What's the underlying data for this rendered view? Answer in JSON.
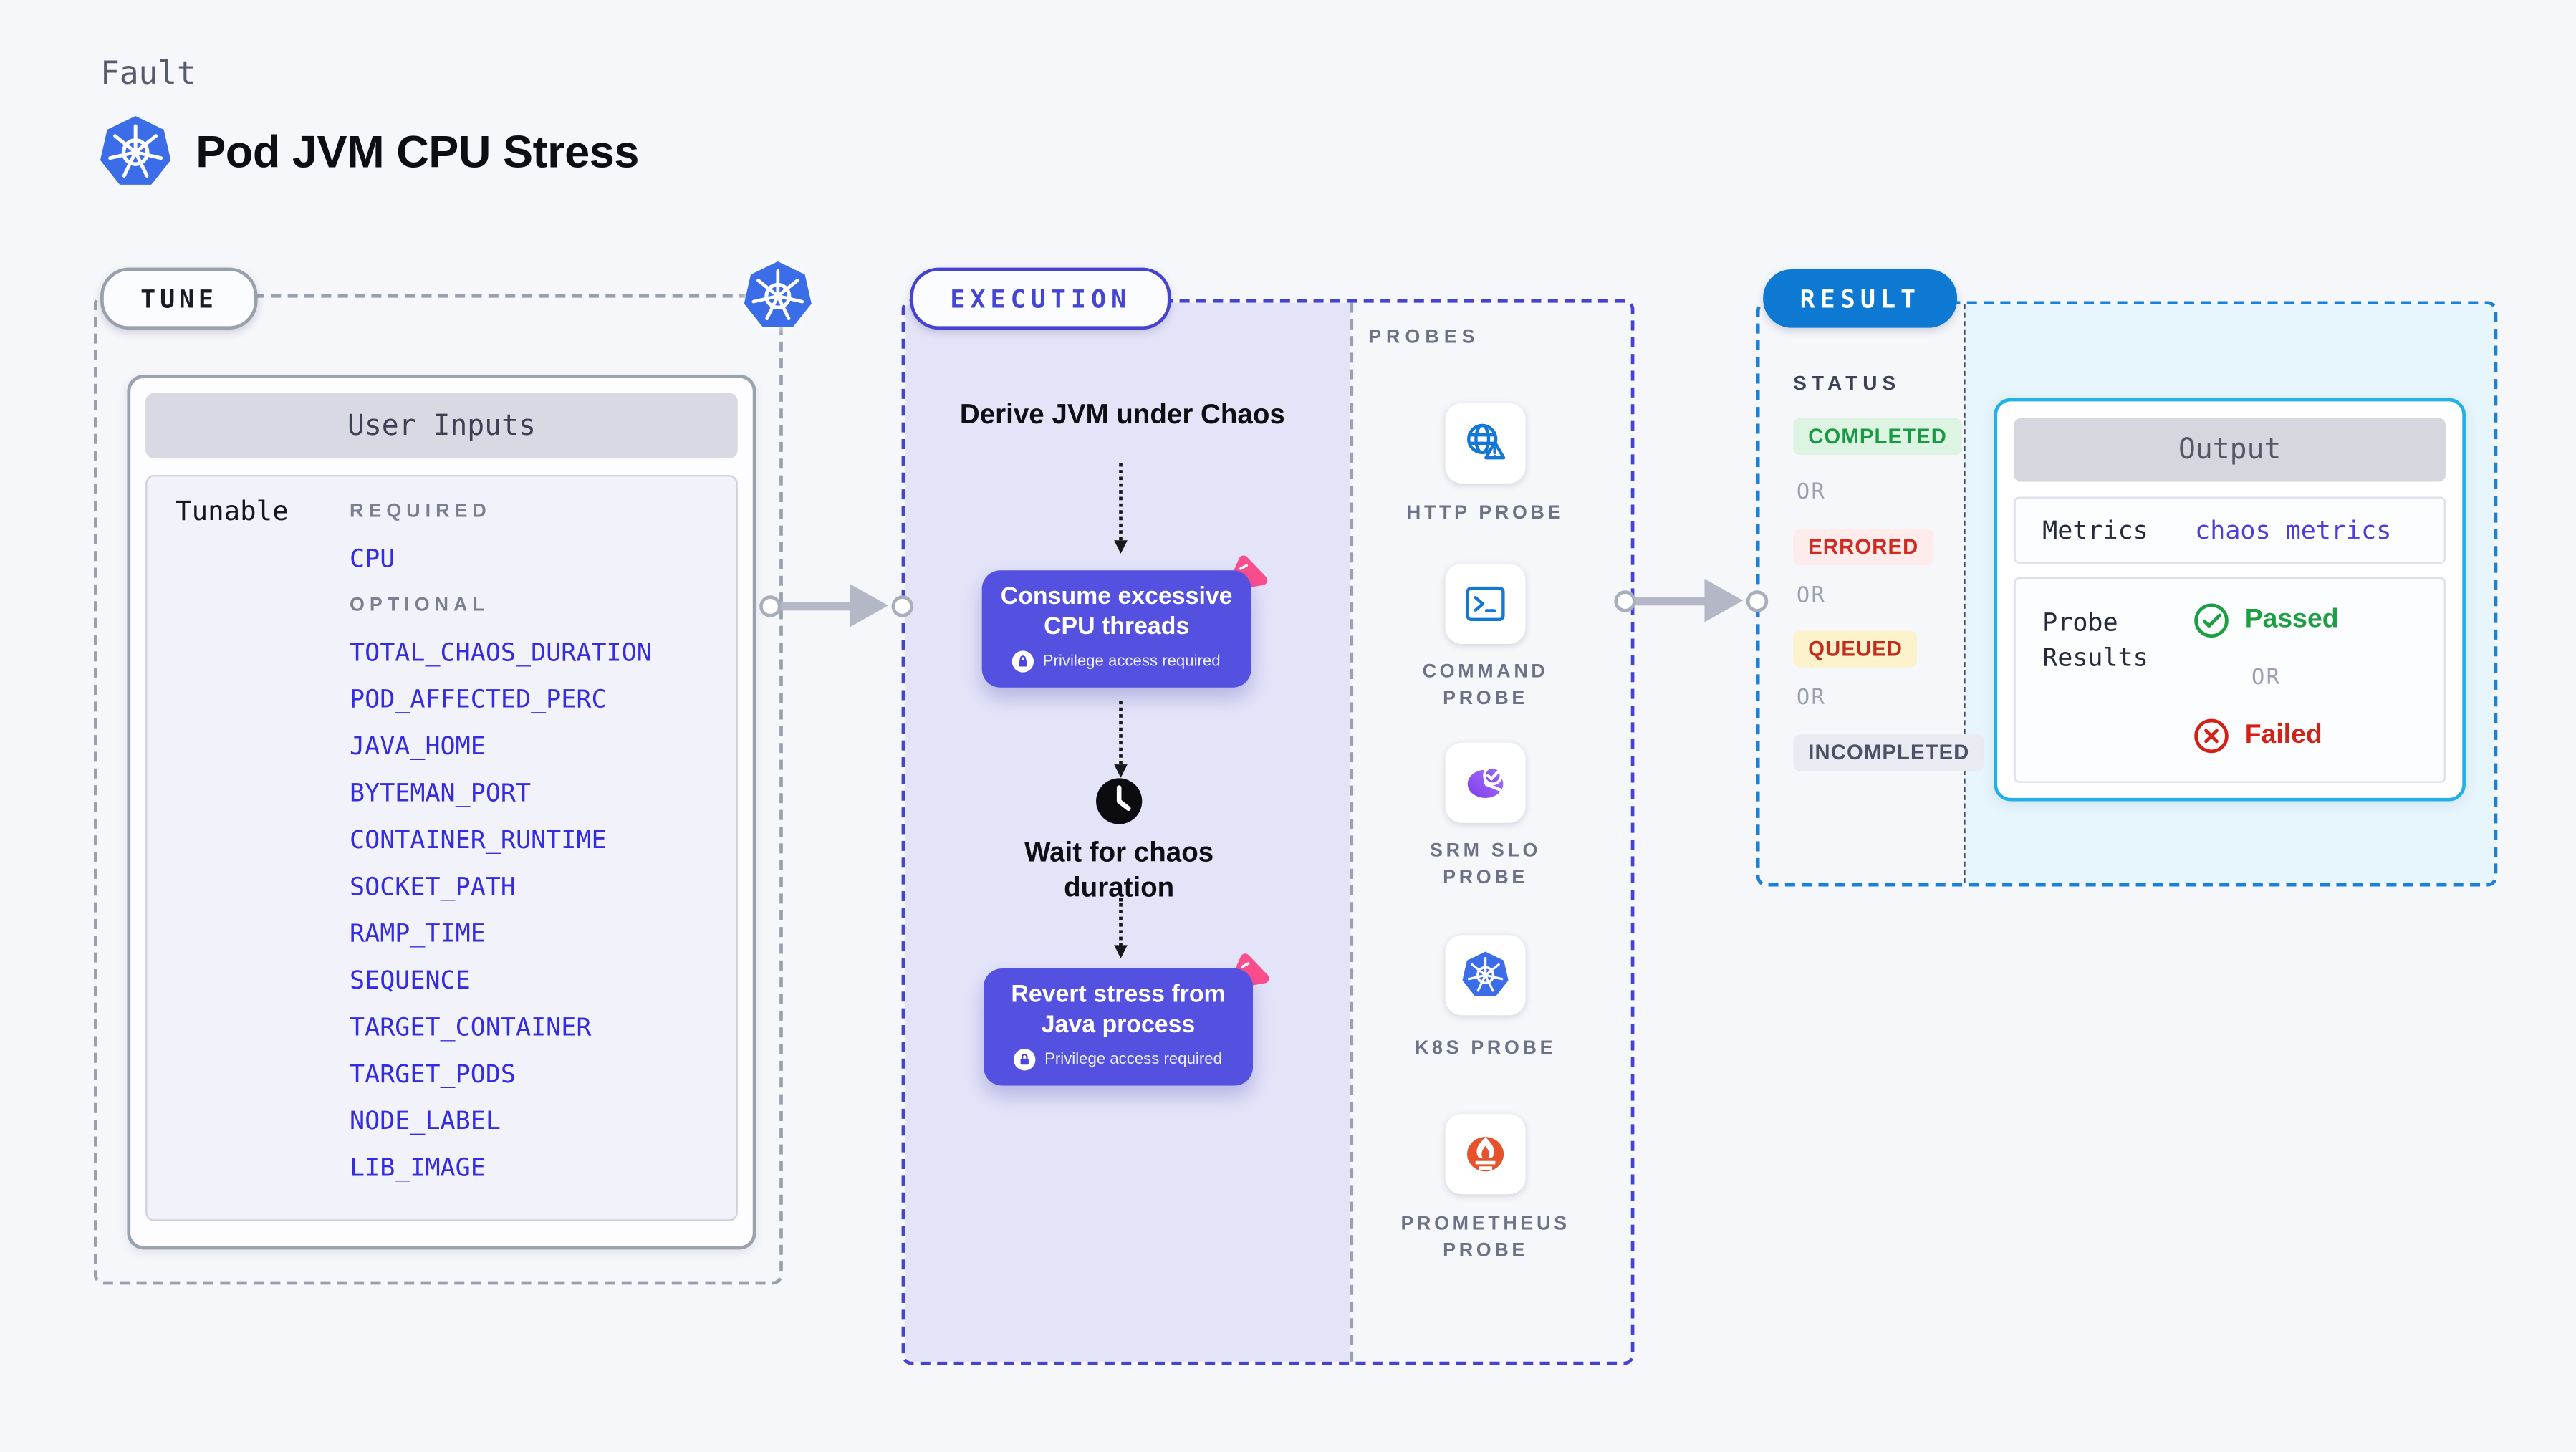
{
  "header": {
    "eyebrow": "Fault",
    "title": "Pod JVM CPU Stress",
    "logo_icon": "kubernetes-icon"
  },
  "tune": {
    "badge": "TUNE",
    "corner_icon": "kubernetes-icon",
    "card_title": "User Inputs",
    "row_label": "Tunable",
    "required_label": "REQUIRED",
    "required_params": [
      "CPU"
    ],
    "optional_label": "OPTIONAL",
    "optional_params": [
      "TOTAL_CHAOS_DURATION",
      "POD_AFFECTED_PERC",
      "JAVA_HOME",
      "BYTEMAN_PORT",
      "CONTAINER_RUNTIME",
      "SOCKET_PATH",
      "RAMP_TIME",
      "SEQUENCE",
      "TARGET_CONTAINER",
      "TARGET_PODS",
      "NODE_LABEL",
      "LIB_IMAGE"
    ]
  },
  "execution": {
    "badge": "EXECUTION",
    "steps": {
      "derive": "Derive JVM under Chaos",
      "consume": "Consume excessive CPU threads",
      "consume_note": "Privilege access required",
      "wait": "Wait for chaos duration",
      "revert": "Revert stress from Java process",
      "revert_note": "Privilege access required"
    }
  },
  "probes": {
    "title": "PROBES",
    "items": [
      {
        "label": "HTTP PROBE",
        "icon": "globe-alert-icon"
      },
      {
        "label": "COMMAND PROBE",
        "icon": "terminal-icon"
      },
      {
        "label": "SRM SLO PROBE",
        "icon": "slo-gauge-check-icon"
      },
      {
        "label": "K8S PROBE",
        "icon": "kubernetes-icon"
      },
      {
        "label": "PROMETHEUS PROBE",
        "icon": "prometheus-icon"
      }
    ]
  },
  "result": {
    "badge": "RESULT",
    "status_label": "STATUS",
    "or_label": "OR",
    "statuses": [
      {
        "label": "COMPLETED",
        "bg": "#def4e3",
        "color": "#169a43"
      },
      {
        "label": "ERRORED",
        "bg": "#fdeceb",
        "color": "#d02b20"
      },
      {
        "label": "QUEUED",
        "bg": "#fcf2cb",
        "color": "#c32b1d"
      },
      {
        "label": "INCOMPLETED",
        "bg": "#eaebf2",
        "color": "#4b5166"
      }
    ],
    "output": {
      "title": "Output",
      "metrics_label": "Metrics",
      "metrics_value": "chaos metrics",
      "probe_results_label": "Probe Results",
      "passed": "Passed",
      "failed": "Failed"
    }
  },
  "colors": {
    "page_bg": "#f6f7fb",
    "tune_border": "#98a0ac",
    "execution_accent": "#4543d0",
    "execution_panel": "#e4e4f9",
    "action_box": "#5450e0",
    "chaos_pink": "#fb4e8c",
    "result_badge": "#0d79d3",
    "result_dash": "#1a80d8",
    "result_panel": "#e7f5fc",
    "output_border": "#23b0e9",
    "param_text": "#352ce2",
    "metrics_value": "#4e3cdf",
    "passed": "#1d9e43",
    "failed": "#d32215",
    "kubernetes_blue": "#3b6de8",
    "probe_icon_blue": "#1377d6",
    "prometheus_orange": "#e6522c",
    "arrow_gray": "#b3b7c6"
  }
}
